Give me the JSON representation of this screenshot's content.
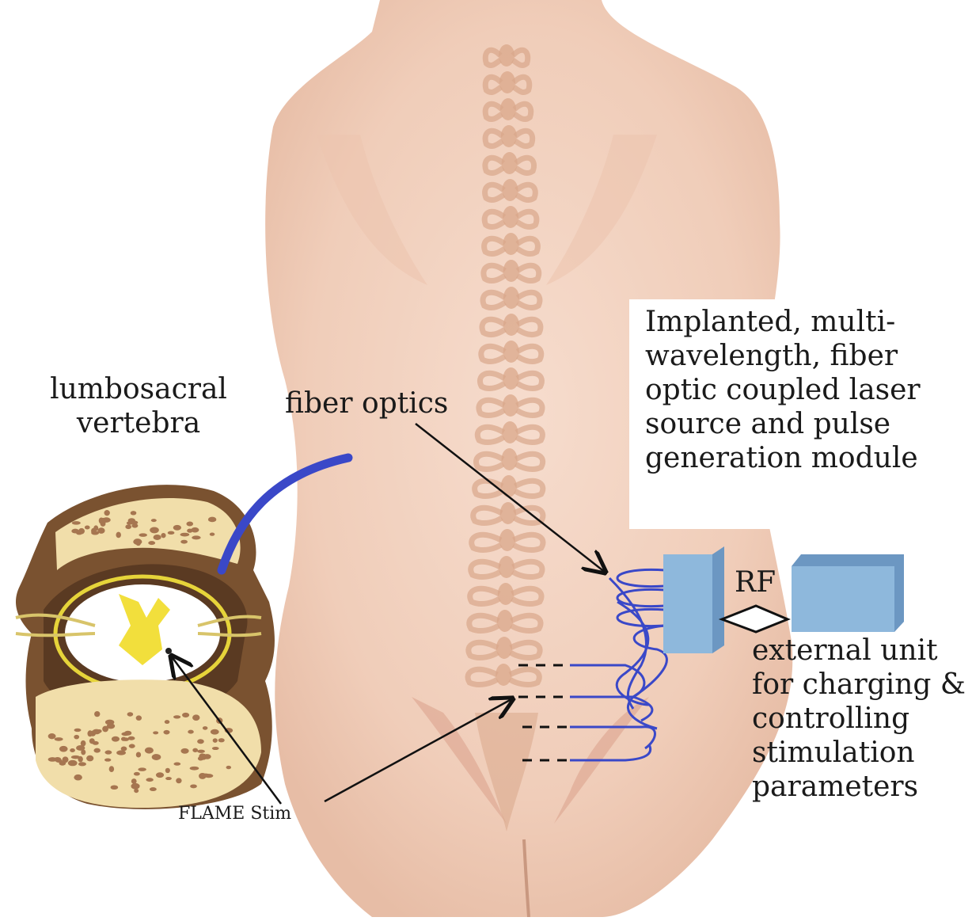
{
  "labels": {
    "lumbosacral": "lumbosacral\nvertebra",
    "fiber_optics": "fiber optics",
    "implanted": "Implanted, multi-\nwavelength, fiber\noptic coupled laser\nsource and pulse\ngeneration module",
    "rf": "RF",
    "external_unit": "external unit\nfor charging &\ncontrolling\nstimulation\nparameters",
    "flame_stim": "FLAME Stim"
  },
  "colors": {
    "skin": "#f2d3c2",
    "skin_shadow": "#e3b39c",
    "spine": "#d9a78a",
    "fiber_blue": "#3a48c8",
    "module_blue": "#8eb8dc",
    "module_dark": "#6c97c2",
    "bone": "#a67650",
    "bone_light": "#f3e3b8",
    "cord_yellow": "#f2df3c",
    "arrow": "#111111"
  }
}
